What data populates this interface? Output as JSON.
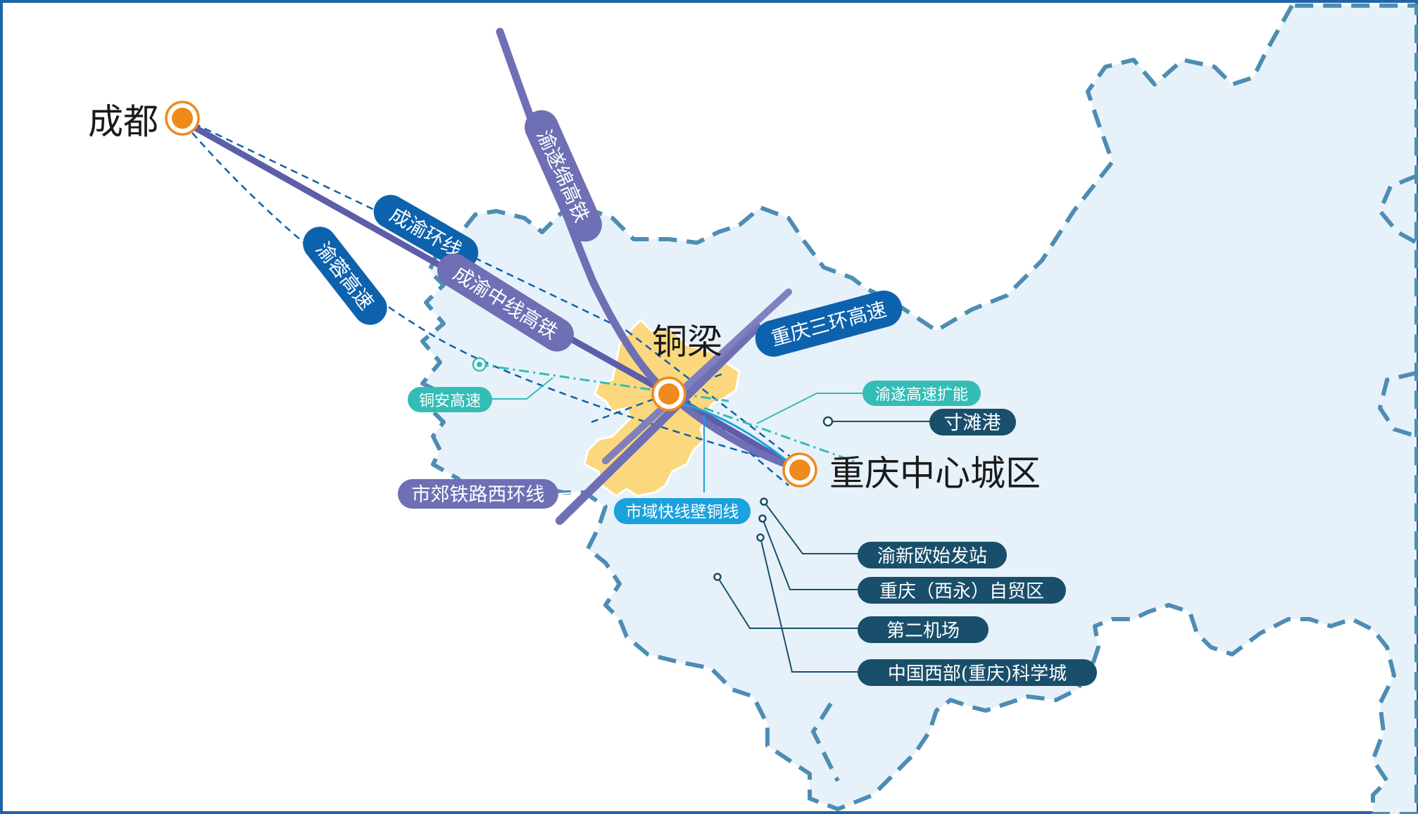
{
  "colors": {
    "frame": "#1f63a8",
    "region_fill": "#e7f1fa",
    "region_border": "#4d8db3",
    "district_fill": "#fbd87d",
    "district_stroke": "#ffffff",
    "rail": "#6e6fb4",
    "expressway": "#0d62ae",
    "teal": "#34bdb6",
    "cyan": "#1ba1dc",
    "navy": "#1a4f6b",
    "node_orange": "#ef8a1d"
  },
  "cities": {
    "chengdu": "成都",
    "tongliang": "铜梁",
    "chongqing_center": "重庆中心城区"
  },
  "lines": {
    "chengyu_ring": "成渝环线",
    "yurong_expressway": "渝蓉高速",
    "chengyu_middle_hsr": "成渝中线高铁",
    "yusuimian_hsr": "渝遂绵高铁",
    "chongqing_third_ring": "重庆三环高速",
    "tongan_expressway": "铜安高速",
    "yusui_expansion": "渝遂高速扩能",
    "suburban_west_ring": "市郊铁路西环线",
    "bitong_express": "市域快线壁铜线"
  },
  "places": {
    "cuntan_port": "寸滩港",
    "yuxinou_station": "渝新欧始发站",
    "xiyong_ftz": "重庆（西永）自贸区",
    "second_airport": "第二机场",
    "science_city": "中国西部(重庆)科学城"
  }
}
